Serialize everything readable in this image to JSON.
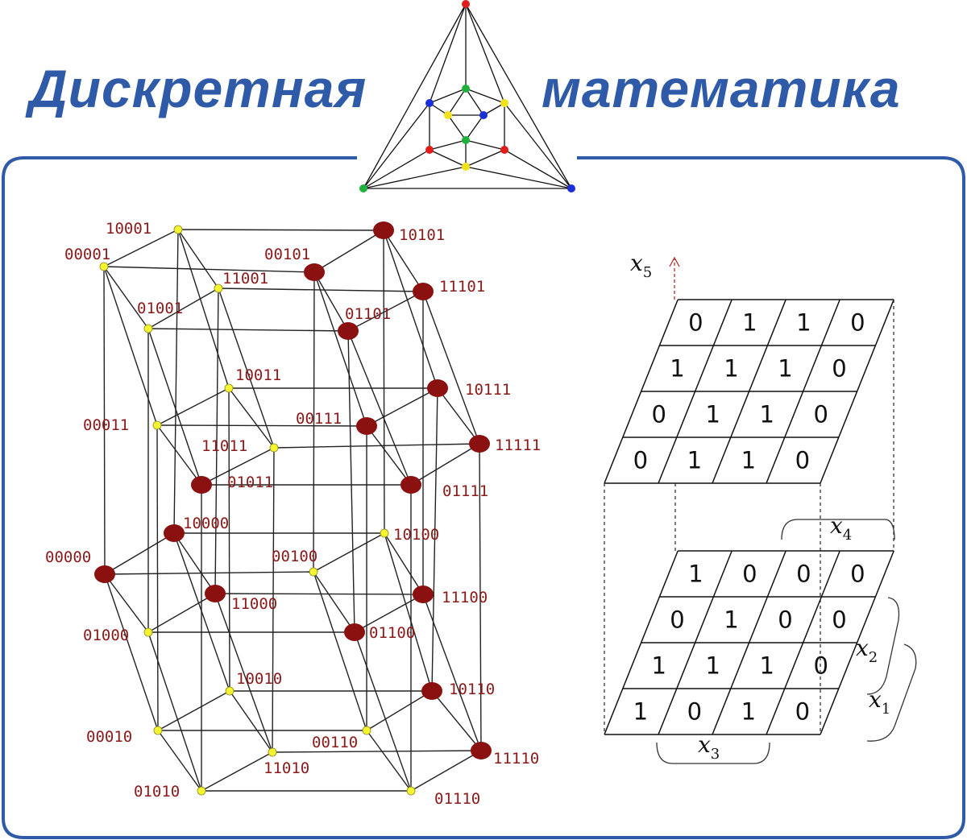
{
  "header": {
    "title_left": "Дискретная",
    "title_right": "математика"
  },
  "colors": {
    "title": "#2e5aa8",
    "frame": "#2e5aa8",
    "node_big": "#8b1010",
    "node_small": "#f5f530",
    "label": "#8b1a1a"
  },
  "logo_graph": {
    "vertex_colors": [
      "red",
      "green",
      "blue",
      "yellow"
    ]
  },
  "hypercube": {
    "nodes": [
      {
        "label": "10001",
        "big": false
      },
      {
        "label": "00001",
        "big": false
      },
      {
        "label": "00101",
        "big": true
      },
      {
        "label": "10101",
        "big": true
      },
      {
        "label": "11001",
        "big": false
      },
      {
        "label": "01001",
        "big": false
      },
      {
        "label": "11101",
        "big": true
      },
      {
        "label": "01101",
        "big": true
      },
      {
        "label": "10011",
        "big": false
      },
      {
        "label": "00011",
        "big": false
      },
      {
        "label": "11011",
        "big": false
      },
      {
        "label": "01011",
        "big": true
      },
      {
        "label": "00111",
        "big": true
      },
      {
        "label": "10111",
        "big": true
      },
      {
        "label": "11111",
        "big": true
      },
      {
        "label": "01111",
        "big": true
      },
      {
        "label": "10000",
        "big": true
      },
      {
        "label": "00000",
        "big": true
      },
      {
        "label": "11000",
        "big": true
      },
      {
        "label": "01000",
        "big": false
      },
      {
        "label": "00100",
        "big": false
      },
      {
        "label": "10100",
        "big": false
      },
      {
        "label": "11100",
        "big": true
      },
      {
        "label": "01100",
        "big": true
      },
      {
        "label": "10010",
        "big": false
      },
      {
        "label": "00010",
        "big": false
      },
      {
        "label": "11010",
        "big": false
      },
      {
        "label": "01010",
        "big": false
      },
      {
        "label": "00110",
        "big": false
      },
      {
        "label": "10110",
        "big": true
      },
      {
        "label": "11110",
        "big": true
      },
      {
        "label": "01110",
        "big": false
      }
    ]
  },
  "karnaugh": {
    "top_grid": [
      [
        "0",
        "1",
        "1",
        "0"
      ],
      [
        "1",
        "1",
        "1",
        "0"
      ],
      [
        "0",
        "1",
        "1",
        "0"
      ],
      [
        "0",
        "1",
        "1",
        "0"
      ]
    ],
    "bottom_grid": [
      [
        "1",
        "0",
        "0",
        "0"
      ],
      [
        "0",
        "1",
        "0",
        "0"
      ],
      [
        "1",
        "1",
        "1",
        "0"
      ],
      [
        "1",
        "0",
        "1",
        "0"
      ]
    ],
    "var_x": "x",
    "sub_5": "5",
    "sub_4": "4",
    "sub_3": "3",
    "sub_2": "2",
    "sub_1": "1"
  }
}
